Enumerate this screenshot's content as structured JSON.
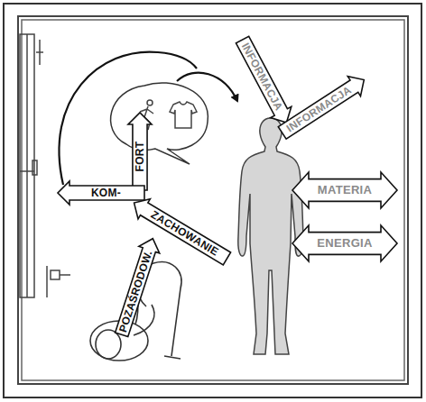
{
  "diagram": {
    "nodes": [
      {
        "text": [
          "INFORMACJA"
        ]
      },
      {
        "text": [
          "INFORMACJA"
        ]
      },
      {
        "text": [
          "FORT"
        ]
      },
      {
        "text": [
          "MATERIA"
        ]
      },
      {
        "text": [
          "KOM-"
        ]
      },
      {
        "text": [
          "ZACHOWANIE"
        ]
      },
      {
        "text": [
          "ENERGIA"
        ]
      },
      {
        "text": [
          "POZAŚRODOW."
        ]
      }
    ]
  }
}
